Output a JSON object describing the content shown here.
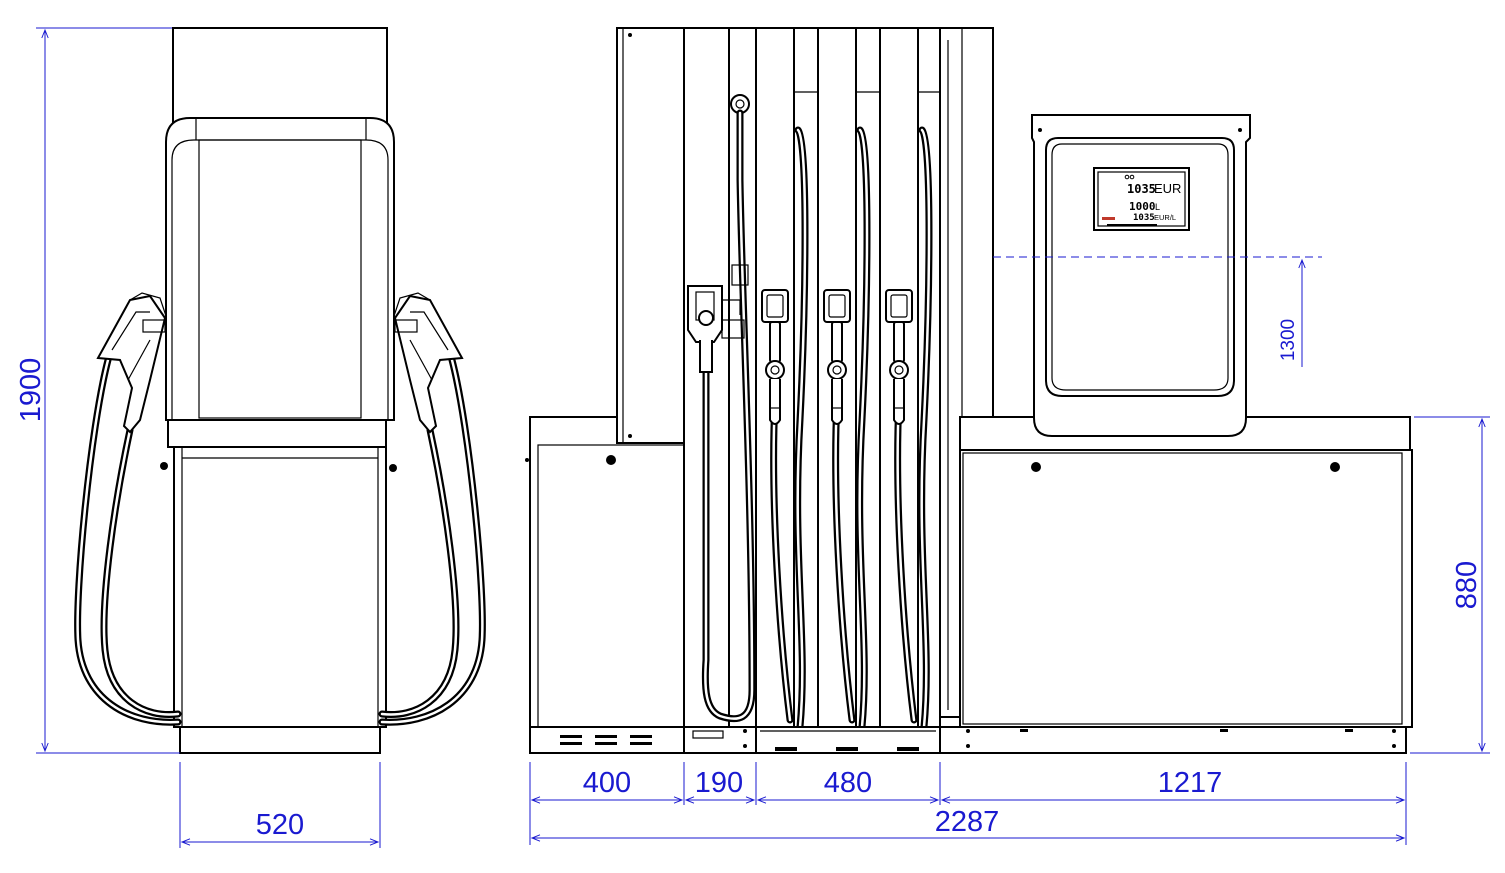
{
  "dimensions": {
    "height_total": "1900",
    "width_side": "520",
    "seg_1": "400",
    "seg_2": "190",
    "seg_3": "480",
    "seg_4": "1217",
    "width_total": "2287",
    "base_height": "880",
    "display_height": "1300"
  },
  "display": {
    "amount": "1035",
    "amount_unit": "EUR",
    "volume": "1000",
    "volume_unit": "L",
    "price": "1035",
    "price_unit": "EUR/L"
  },
  "colors": {
    "outline": "#000000",
    "dimension": "#1a1ad0",
    "indicator": "#c0392b"
  }
}
